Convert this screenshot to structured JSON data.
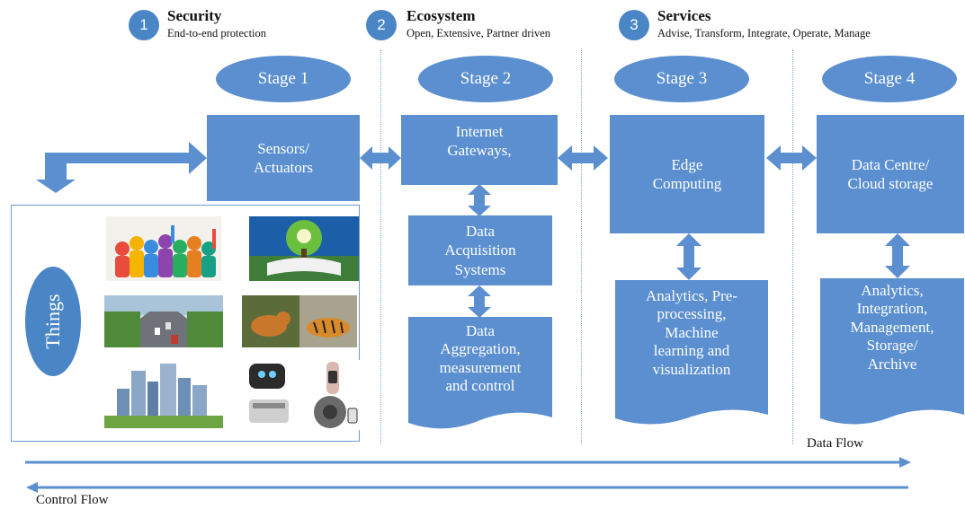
{
  "colors": {
    "box": "#5b8fcf",
    "circle": "#4a86c6",
    "arrow": "#5b8fcf",
    "frame": "#6d9ad0"
  },
  "header": [
    {
      "num": "1",
      "title": "Security",
      "subtitle": "End-to-end protection"
    },
    {
      "num": "2",
      "title": "Ecosystem",
      "subtitle": "Open, Extensive, Partner driven"
    },
    {
      "num": "3",
      "title": "Services",
      "subtitle": "Advise, Transform, Integrate, Operate, Manage"
    }
  ],
  "stages": [
    "Stage 1",
    "Stage 2",
    "Stage 3",
    "Stage 4"
  ],
  "boxes": {
    "sensors": [
      "Sensors/",
      "Actuators"
    ],
    "gateways": [
      "Internet",
      "Gateways,"
    ],
    "acquisition": [
      "Data",
      "Acquisition",
      "Systems"
    ],
    "aggregation": [
      "Data",
      "Aggregation,",
      "measurement",
      "and control"
    ],
    "edge": [
      "Edge",
      "Computing"
    ],
    "edge_analytics": [
      "Analytics, Pre-",
      "processing,",
      "Machine",
      "learning and",
      "visualization"
    ],
    "datacentre": [
      "Data Centre/",
      "Cloud storage"
    ],
    "dc_analytics": [
      "Analytics,",
      "Integration,",
      "Management,",
      "Storage/",
      "Archive"
    ]
  },
  "things": {
    "label": "Things"
  },
  "flows": {
    "data": "Data Flow",
    "control": "Control Flow"
  },
  "icons": [
    "people-icon",
    "tree-book-icon",
    "traffic-street-icon",
    "wildlife-icon",
    "city-skyline-icon",
    "smart-devices-icon"
  ]
}
